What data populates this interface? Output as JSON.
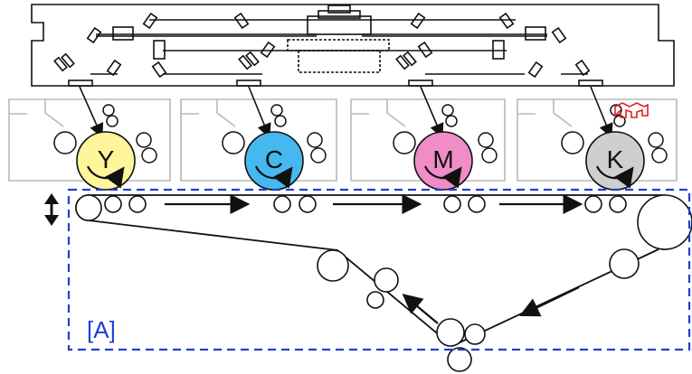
{
  "diagram": {
    "drums": [
      {
        "label": "Y",
        "color": "#fff59a"
      },
      {
        "label": "C",
        "color": "#45b8ef"
      },
      {
        "label": "M",
        "color": "#f08cc6"
      },
      {
        "label": "K",
        "color": "#cfcfcf"
      }
    ],
    "region_label": "[A]",
    "colors": {
      "outline": "#111111",
      "unit_gray": "#b8b8b8",
      "dashed_box": "#1f3fd6",
      "k_marker": "#e02020"
    }
  }
}
